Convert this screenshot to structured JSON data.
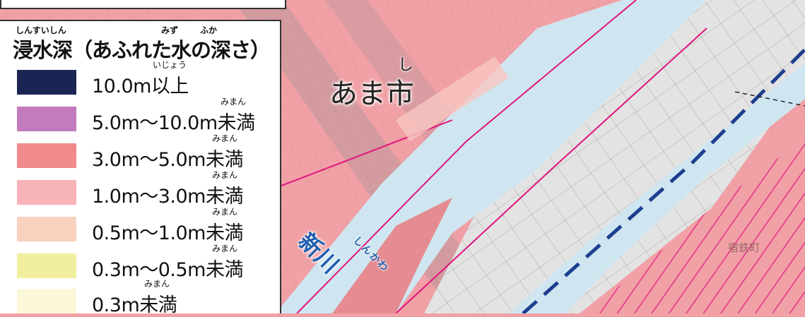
{
  "legend": {
    "title": "浸水深（あふれた水の深さ）",
    "title_ruby_1": "しんすいしん",
    "title_ruby_2": "みず",
    "title_ruby_3": "ふか",
    "items": [
      {
        "label": "10.0m以上",
        "ruby": "いじょう",
        "color": "#1a2553"
      },
      {
        "label": "5.0m～10.0m未満",
        "ruby": "みまん",
        "color": "#c27bbd"
      },
      {
        "label": "3.0m～5.0m未満",
        "ruby": "みまん",
        "color": "#f08a8c"
      },
      {
        "label": "1.0m～3.0m未満",
        "ruby": "みまん",
        "color": "#f7b3b7"
      },
      {
        "label": "0.5m～1.0m未満",
        "ruby": "みまん",
        "color": "#f9d1bf"
      },
      {
        "label": "0.3m～0.5m未満",
        "ruby": "みまん",
        "color": "#f1ef9e"
      },
      {
        "label": "0.3m未満",
        "ruby": "みまん",
        "color": "#fbf7d9"
      }
    ]
  },
  "map": {
    "city_label": "あま市",
    "city_ruby": "し",
    "river_label": "新川",
    "river_ruby": "しんかわ",
    "town_label": "宿鉄町",
    "colors": {
      "flood_pink": "#f1a1a6",
      "flood_light": "#f7c7c2",
      "river": "#cfe6f1",
      "land_gray": "#e6e6e6",
      "rail_pink": "#e0157c",
      "boundary_blue": "#1e3f8f"
    }
  }
}
